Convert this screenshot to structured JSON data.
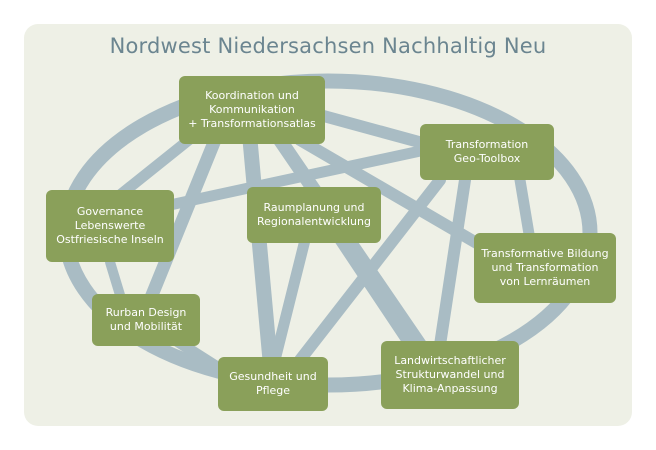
{
  "title": "Nordwest Niedersachsen Nachhaltig Neu",
  "colors": {
    "panel": "#eef0e6",
    "node": "#8aa05a",
    "connector": "#a9bcc4",
    "title": "#6b8590"
  },
  "nodes": {
    "koordination": "Koordination und\nKommunikation\n+ Transformationsatlas",
    "geo_toolbox": "Transformation\nGeo-Toolbox",
    "governance": "Governance\nLebenswerte\nOstfriesische Inseln",
    "raumplanung": "Raumplanung und\nRegionalentwicklung",
    "bildung": "Transformative Bildung\nund Transformation\nvon Lernräumen",
    "rurban": "Rurban Design\nund Mobilität",
    "gesundheit": "Gesundheit und\nPflege",
    "landwirtschaft": "Landwirtschaftlicher\nStrukturwandel und\nKlima-Anpassung"
  }
}
